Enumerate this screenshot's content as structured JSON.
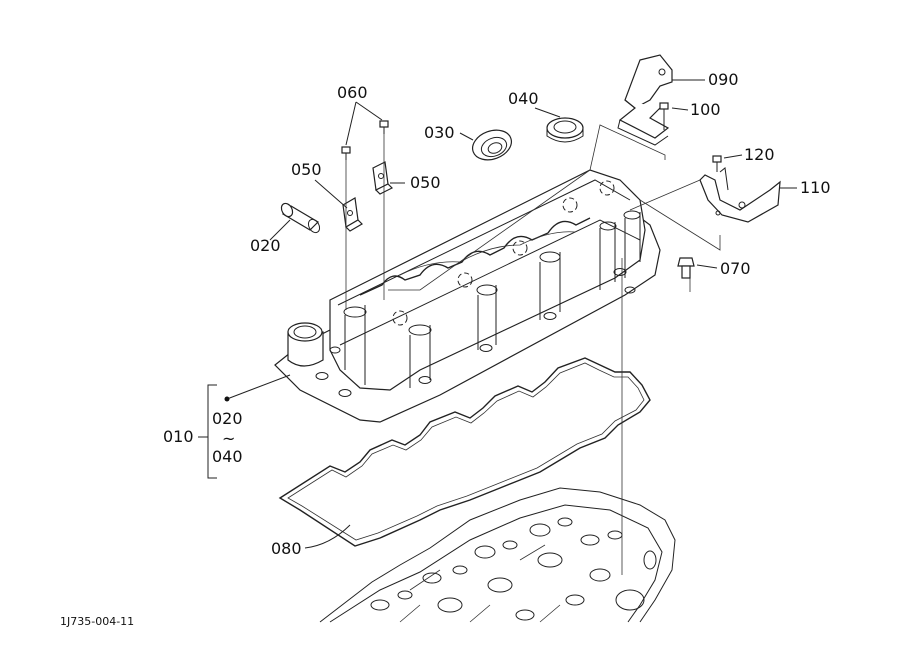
{
  "diagram": {
    "part_labels": {
      "p010": "010",
      "p020": "020",
      "p020_range": "020",
      "p030": "030",
      "p040": "040",
      "p040_range": "040",
      "p050_left": "050",
      "p050_right": "050",
      "p060": "060",
      "p070": "070",
      "p080": "080",
      "p090": "090",
      "p100": "100",
      "p110": "110",
      "p120": "120",
      "tilde": "~"
    },
    "figure_code": "1J735-004-11"
  }
}
